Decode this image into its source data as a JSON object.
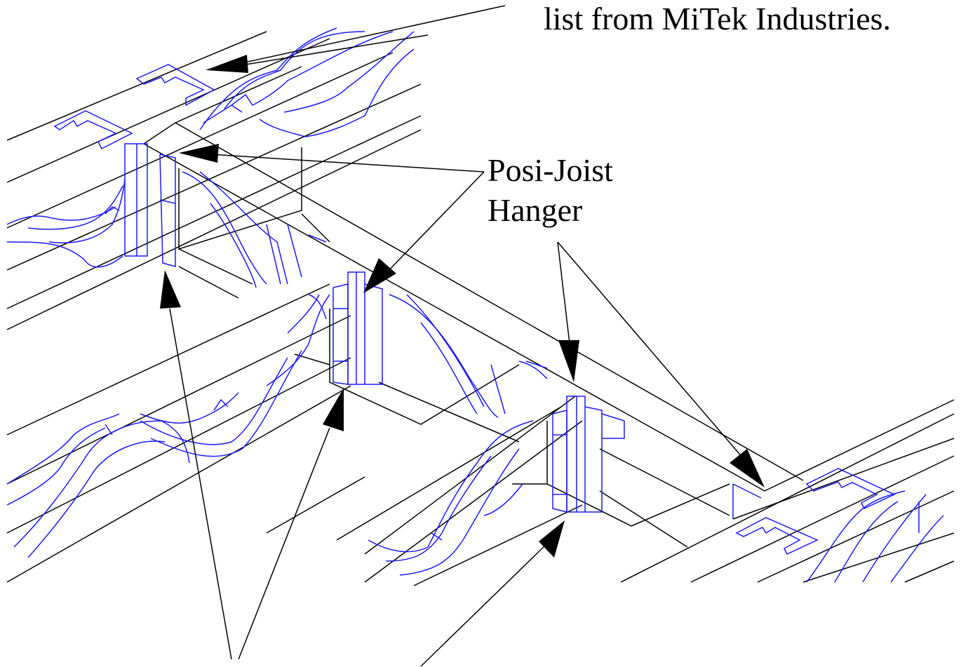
{
  "labels": {
    "top_note": "list from MiTek Industries.",
    "hanger_line1": "Posi-Joist",
    "hanger_line2": "Hanger"
  },
  "colors": {
    "lumber_lines": "#000000",
    "metal_webs": "#1a1aff",
    "background": "#ffffff"
  }
}
